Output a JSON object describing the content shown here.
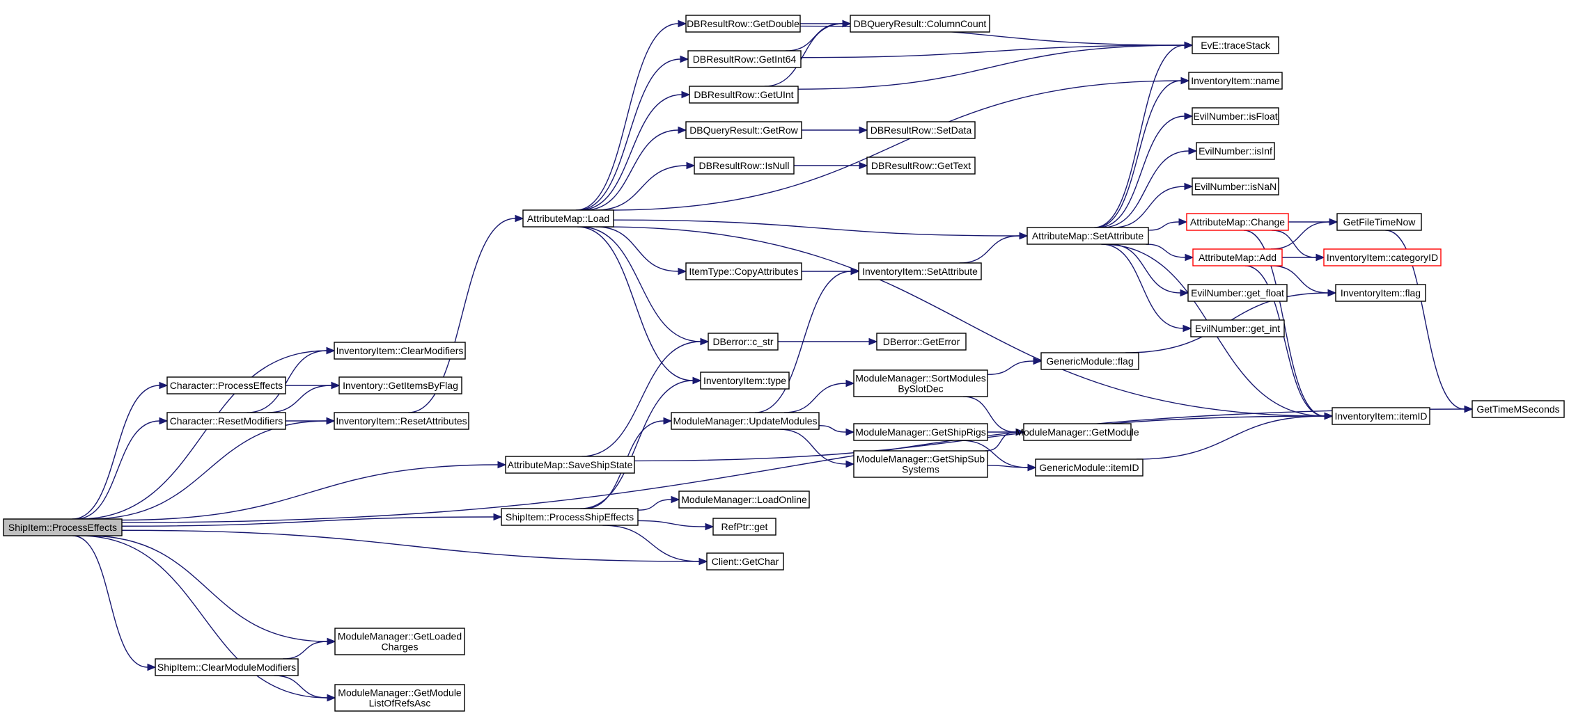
{
  "graph": {
    "edge_color": "#191970",
    "root_fill": "#bfbfbf",
    "truncated_border_color": "#ff0000",
    "nodes": [
      {
        "id": "n0",
        "lines": [
          "ShipItem::ProcessEffects"
        ],
        "root": true
      },
      {
        "id": "n1",
        "lines": [
          "InventoryItem::ClearModifiers"
        ]
      },
      {
        "id": "n2",
        "lines": [
          "Character::ProcessEffects"
        ]
      },
      {
        "id": "n3",
        "lines": [
          "Inventory::GetItemsByFlag"
        ]
      },
      {
        "id": "n4",
        "lines": [
          "Character::ResetModifiers"
        ]
      },
      {
        "id": "n5",
        "lines": [
          "InventoryItem::ResetAttributes"
        ]
      },
      {
        "id": "n6",
        "lines": [
          "AttributeMap::Load"
        ]
      },
      {
        "id": "n7",
        "lines": [
          "DBResultRow::GetDouble"
        ]
      },
      {
        "id": "n8",
        "lines": [
          "DBQueryResult::ColumnCount"
        ]
      },
      {
        "id": "n9",
        "lines": [
          "DBResultRow::GetInt64"
        ]
      },
      {
        "id": "n10",
        "lines": [
          "DBResultRow::GetUInt"
        ]
      },
      {
        "id": "n11",
        "lines": [
          "DBQueryResult::GetRow"
        ]
      },
      {
        "id": "n12",
        "lines": [
          "DBResultRow::SetData"
        ]
      },
      {
        "id": "n13",
        "lines": [
          "DBResultRow::IsNull"
        ]
      },
      {
        "id": "n14",
        "lines": [
          "DBResultRow::GetText"
        ]
      },
      {
        "id": "n15",
        "lines": [
          "ItemType::CopyAttributes"
        ]
      },
      {
        "id": "n16",
        "lines": [
          "InventoryItem::SetAttribute"
        ]
      },
      {
        "id": "n17",
        "lines": [
          "DBerror::c_str"
        ]
      },
      {
        "id": "n18",
        "lines": [
          "DBerror::GetError"
        ]
      },
      {
        "id": "n19",
        "lines": [
          "InventoryItem::type"
        ]
      },
      {
        "id": "n20",
        "lines": [
          "EvE::traceStack"
        ]
      },
      {
        "id": "n21",
        "lines": [
          "InventoryItem::name"
        ]
      },
      {
        "id": "n22",
        "lines": [
          "EvilNumber::isFloat"
        ]
      },
      {
        "id": "n23",
        "lines": [
          "EvilNumber::isInf"
        ]
      },
      {
        "id": "n24",
        "lines": [
          "EvilNumber::isNaN"
        ]
      },
      {
        "id": "n25",
        "lines": [
          "AttributeMap::Change"
        ],
        "truncated": true
      },
      {
        "id": "n26",
        "lines": [
          "AttributeMap::SetAttribute"
        ]
      },
      {
        "id": "n27",
        "lines": [
          "AttributeMap::Add"
        ],
        "truncated": true
      },
      {
        "id": "n28",
        "lines": [
          "EvilNumber::get_float"
        ]
      },
      {
        "id": "n29",
        "lines": [
          "EvilNumber::get_int"
        ]
      },
      {
        "id": "n30",
        "lines": [
          "GetFileTimeNow"
        ]
      },
      {
        "id": "n31",
        "lines": [
          "InventoryItem::categoryID"
        ],
        "truncated": true
      },
      {
        "id": "n32",
        "lines": [
          "InventoryItem::flag"
        ]
      },
      {
        "id": "n33",
        "lines": [
          "InventoryItem::itemID"
        ]
      },
      {
        "id": "n34",
        "lines": [
          "GetTimeMSeconds"
        ]
      },
      {
        "id": "n35",
        "lines": [
          "GenericModule::flag"
        ]
      },
      {
        "id": "n36",
        "lines": [
          "ModuleManager::SortModules",
          "BySlotDec"
        ]
      },
      {
        "id": "n37",
        "lines": [
          "ModuleManager::UpdateModules"
        ]
      },
      {
        "id": "n38",
        "lines": [
          "ModuleManager::GetShipRigs"
        ]
      },
      {
        "id": "n39",
        "lines": [
          "ModuleManager::GetModule"
        ]
      },
      {
        "id": "n40",
        "lines": [
          "ModuleManager::GetShipSub",
          "Systems"
        ]
      },
      {
        "id": "n41",
        "lines": [
          "GenericModule::itemID"
        ]
      },
      {
        "id": "n42",
        "lines": [
          "AttributeMap::SaveShipState"
        ]
      },
      {
        "id": "n43",
        "lines": [
          "ShipItem::ProcessShipEffects"
        ]
      },
      {
        "id": "n44",
        "lines": [
          "ModuleManager::LoadOnline"
        ]
      },
      {
        "id": "n45",
        "lines": [
          "RefPtr::get"
        ]
      },
      {
        "id": "n46",
        "lines": [
          "Client::GetChar"
        ]
      },
      {
        "id": "n47",
        "lines": [
          "ModuleManager::GetLoaded",
          "Charges"
        ]
      },
      {
        "id": "n48",
        "lines": [
          "ShipItem::ClearModuleModifiers"
        ]
      },
      {
        "id": "n49",
        "lines": [
          "ModuleManager::GetModule",
          "ListOfRefsAsc"
        ]
      }
    ],
    "edges": [
      [
        "n0",
        "n1"
      ],
      [
        "n0",
        "n2"
      ],
      [
        "n0",
        "n4"
      ],
      [
        "n0",
        "n5"
      ],
      [
        "n0",
        "n42"
      ],
      [
        "n0",
        "n43"
      ],
      [
        "n0",
        "n46"
      ],
      [
        "n0",
        "n34"
      ],
      [
        "n0",
        "n48"
      ],
      [
        "n0",
        "n47"
      ],
      [
        "n0",
        "n49"
      ],
      [
        "n2",
        "n3"
      ],
      [
        "n4",
        "n1"
      ],
      [
        "n4",
        "n3"
      ],
      [
        "n4",
        "n5"
      ],
      [
        "n5",
        "n6"
      ],
      [
        "n6",
        "n7"
      ],
      [
        "n6",
        "n9"
      ],
      [
        "n6",
        "n10"
      ],
      [
        "n6",
        "n11"
      ],
      [
        "n6",
        "n13"
      ],
      [
        "n6",
        "n21"
      ],
      [
        "n6",
        "n26"
      ],
      [
        "n6",
        "n15"
      ],
      [
        "n6",
        "n17"
      ],
      [
        "n6",
        "n19"
      ],
      [
        "n6",
        "n33"
      ],
      [
        "n7",
        "n8"
      ],
      [
        "n7",
        "n20"
      ],
      [
        "n9",
        "n8"
      ],
      [
        "n9",
        "n20"
      ],
      [
        "n10",
        "n8"
      ],
      [
        "n10",
        "n20"
      ],
      [
        "n11",
        "n12"
      ],
      [
        "n13",
        "n14"
      ],
      [
        "n15",
        "n16"
      ],
      [
        "n16",
        "n26"
      ],
      [
        "n17",
        "n18"
      ],
      [
        "n26",
        "n20"
      ],
      [
        "n26",
        "n21"
      ],
      [
        "n26",
        "n22"
      ],
      [
        "n26",
        "n23"
      ],
      [
        "n26",
        "n24"
      ],
      [
        "n26",
        "n25"
      ],
      [
        "n26",
        "n27"
      ],
      [
        "n26",
        "n28"
      ],
      [
        "n26",
        "n29"
      ],
      [
        "n26",
        "n33"
      ],
      [
        "n25",
        "n30"
      ],
      [
        "n25",
        "n31"
      ],
      [
        "n25",
        "n33"
      ],
      [
        "n27",
        "n30"
      ],
      [
        "n27",
        "n31"
      ],
      [
        "n27",
        "n32"
      ],
      [
        "n27",
        "n33"
      ],
      [
        "n30",
        "n34"
      ],
      [
        "n42",
        "n17"
      ],
      [
        "n42",
        "n33"
      ],
      [
        "n43",
        "n19"
      ],
      [
        "n43",
        "n37"
      ],
      [
        "n43",
        "n44"
      ],
      [
        "n43",
        "n45"
      ],
      [
        "n43",
        "n46"
      ],
      [
        "n37",
        "n16"
      ],
      [
        "n37",
        "n36"
      ],
      [
        "n37",
        "n38"
      ],
      [
        "n37",
        "n40"
      ],
      [
        "n36",
        "n35"
      ],
      [
        "n36",
        "n39"
      ],
      [
        "n38",
        "n39"
      ],
      [
        "n38",
        "n41"
      ],
      [
        "n40",
        "n39"
      ],
      [
        "n40",
        "n41"
      ],
      [
        "n35",
        "n32"
      ],
      [
        "n41",
        "n33"
      ],
      [
        "n48",
        "n47"
      ],
      [
        "n48",
        "n49"
      ]
    ]
  }
}
